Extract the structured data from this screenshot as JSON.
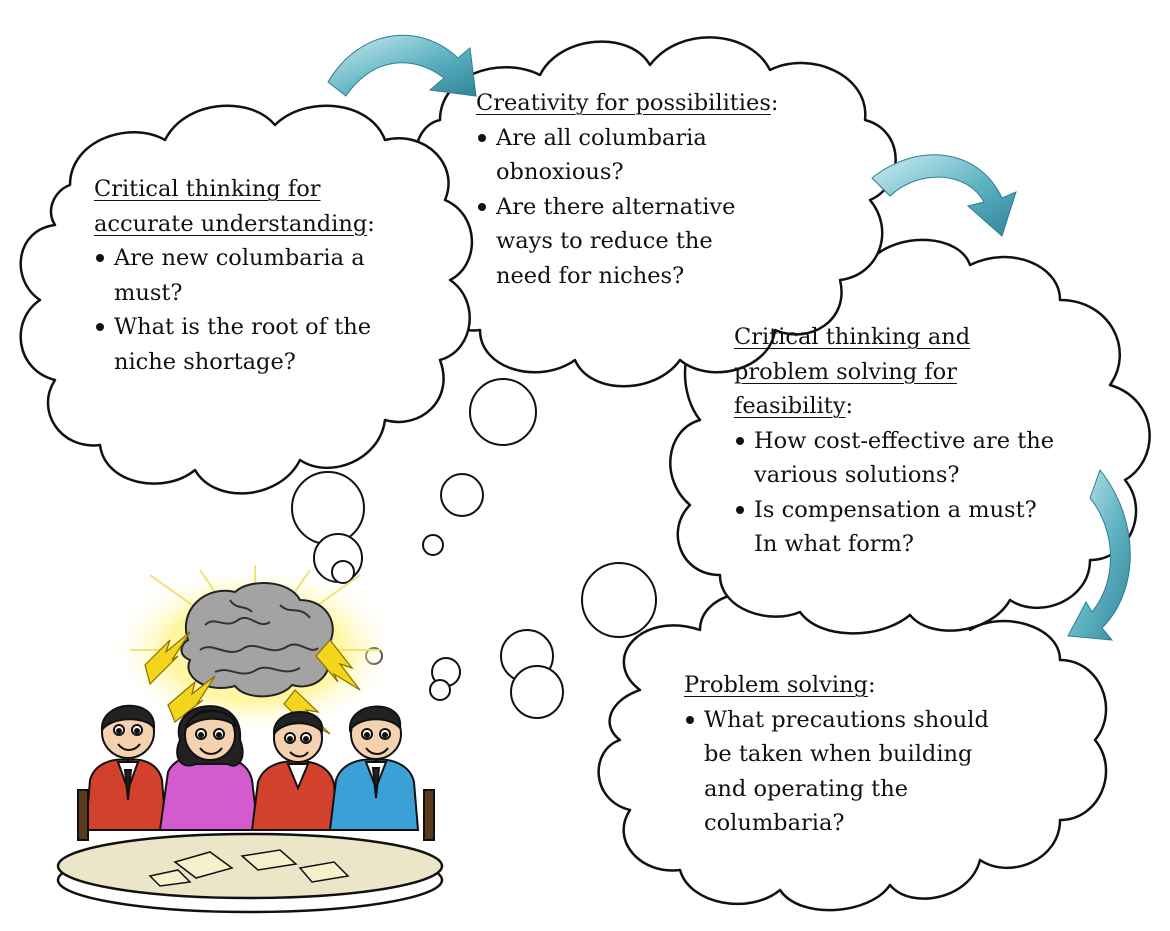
{
  "clouds": [
    {
      "heading": "Critical thinking for accurate understanding",
      "heading_suffix": ":",
      "bullets": [
        "Are new columbaria a must?",
        "What is the root of the niche shortage?"
      ]
    },
    {
      "heading": "Creativity for possibilities",
      "heading_suffix": ":",
      "bullets": [
        "Are all columbaria obnoxious?",
        "Are there alternative ways to reduce the need for niches?"
      ]
    },
    {
      "heading": "Critical thinking and problem solving for feasibility",
      "heading_suffix": ":",
      "bullets": [
        "How cost-effective are the various solutions?",
        "Is compensation a must? In what form?"
      ]
    },
    {
      "heading": "Problem solving",
      "heading_suffix": ":",
      "bullets": [
        "What precautions should be taken when building and operating the columbaria?"
      ]
    }
  ],
  "colors": {
    "arrow": "#3f97a8",
    "arrow_light": "#a9d8e0",
    "brain": "#9a9a9a",
    "flash": "#fff7a6",
    "table": "#ece6c8",
    "person_red": "#d2412c",
    "person_pink": "#d45ad0",
    "person_blue": "#3aa0d6"
  },
  "icons": [
    "brain-icon",
    "lightning-icon",
    "arrow-icon",
    "people-icon",
    "table-icon"
  ]
}
